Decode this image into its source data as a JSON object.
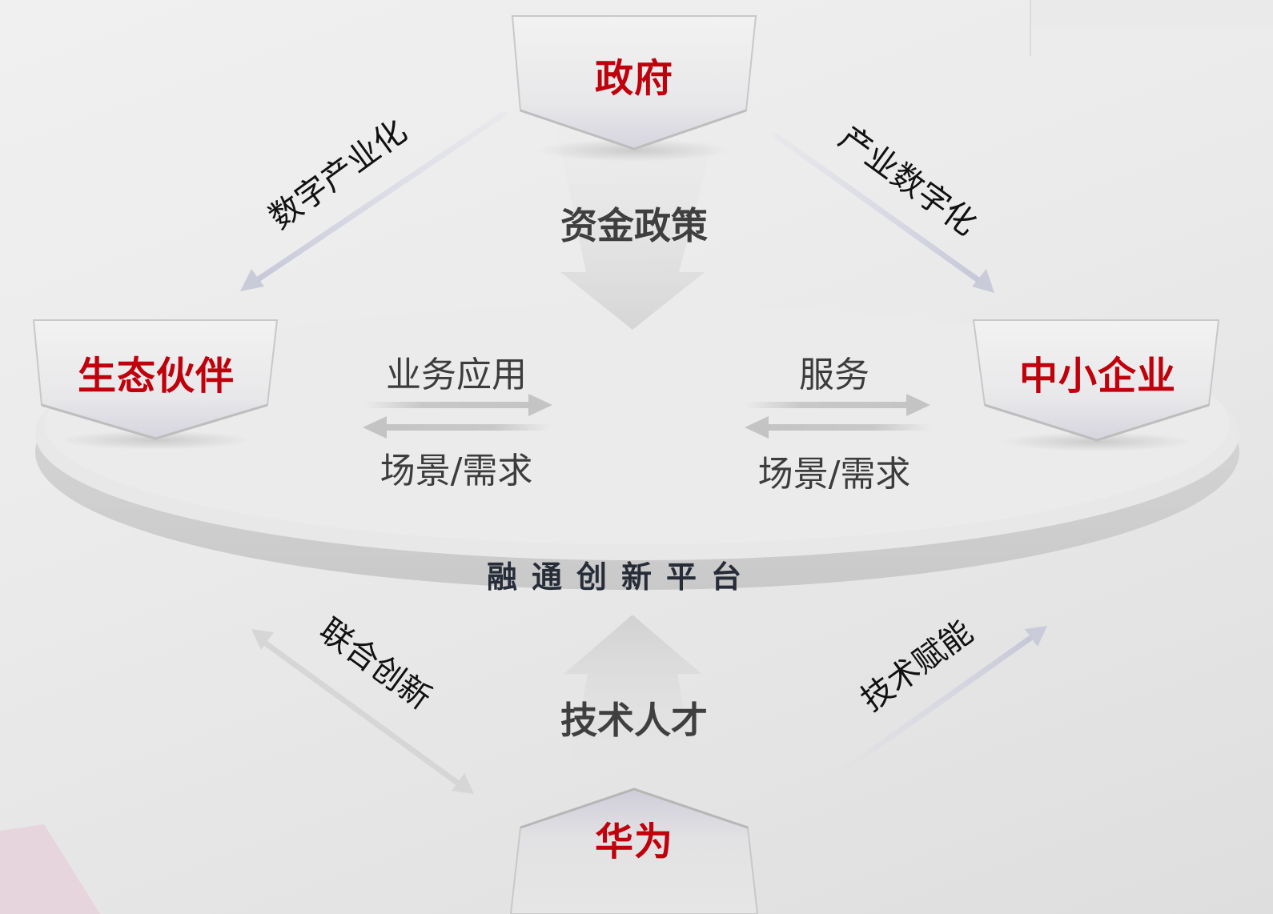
{
  "nodes": {
    "top": "政府",
    "left": "生态伙伴",
    "right": "中小企业",
    "bottom": "华为"
  },
  "center_flows": {
    "down": "资金政策",
    "up": "技术人才"
  },
  "side_flows": {
    "left": {
      "forward": "业务应用",
      "backward": "场景/需求"
    },
    "right": {
      "forward": "服务",
      "backward": "场景/需求"
    }
  },
  "diagonal_flows": {
    "top_left": "数字产业化",
    "top_right": "产业数字化",
    "bottom_left": "联合创新",
    "bottom_right": "技术赋能"
  },
  "platform": {
    "label": "融通创新平台"
  },
  "colors": {
    "accent_red": "#c0000b",
    "dark_text": "#3f3f3f",
    "platform_text": "#262d38",
    "arrow_gray": "#c8c8c8",
    "arrow_lavender": "#c9cbdc"
  }
}
